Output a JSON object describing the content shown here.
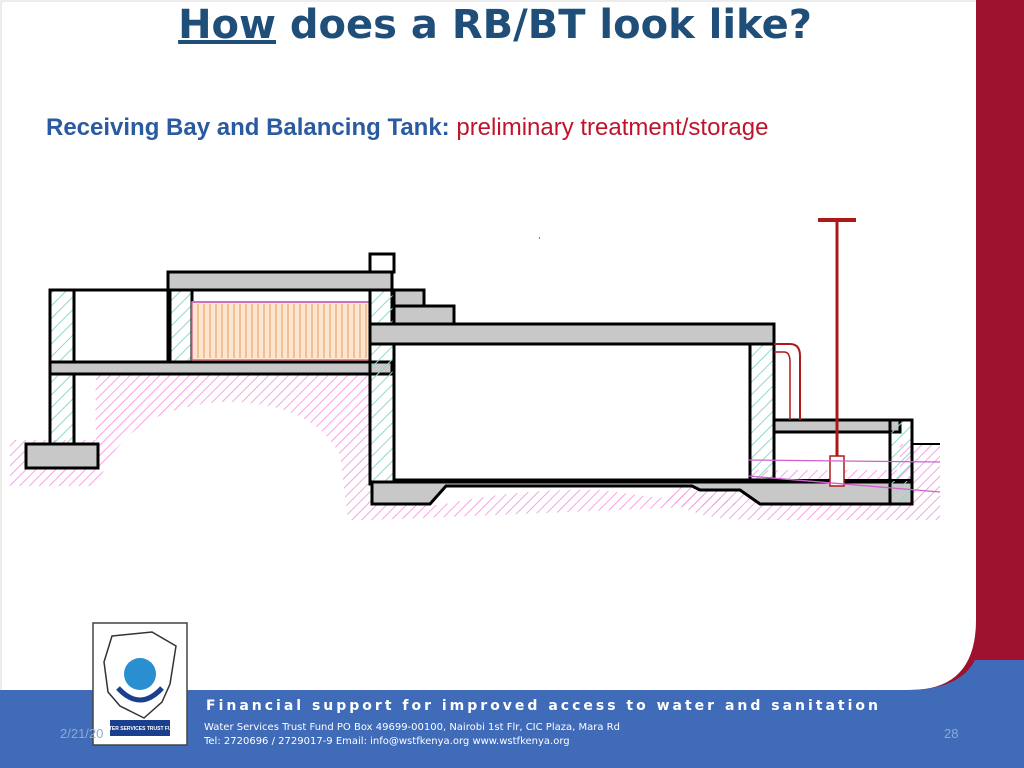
{
  "slide": {
    "title_underlined": "How",
    "title_rest": " does a RB/BT look like?",
    "subtitle_label": "Receiving Bay and Balancing Tank:",
    "subtitle_detail": "preliminary treatment/storage",
    "footer_date": "2/21/20",
    "page_number": "28"
  },
  "logo": {
    "text": "WATER SERVICES TRUST FUND"
  },
  "footer_band": {
    "tagline": "Financial support for improved access to water and sanitation",
    "address_line": "Water Services Trust Fund    PO Box 49699-00100, Nairobi    1st Flr, CIC Plaza, Mara Rd",
    "contact_line": "Tel: 2720696 / 2729017-9    Email: info@wstfkenya.org    www.wstfkenya.org"
  },
  "colors": {
    "title": "#1f4e79",
    "subtitle_label": "#2a5aa0",
    "subtitle_detail": "#c0142c",
    "side_bar": "#9e1230",
    "footer_band": "#3f6bb8",
    "structure_fill": "#c8c8c8",
    "wall_hatch": "#8fd8cf",
    "soil_hatch": "#f58ce0",
    "screen": "#f0a56c",
    "pipe": "#b01818"
  }
}
